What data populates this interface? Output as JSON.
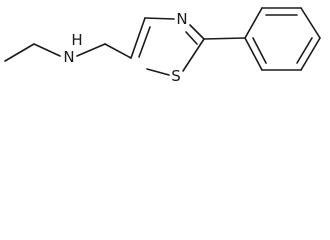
{
  "structure": {
    "atoms": {
      "amine_N": "N",
      "amine_H": "H",
      "ring_N": "N",
      "ring_S": "S"
    }
  }
}
